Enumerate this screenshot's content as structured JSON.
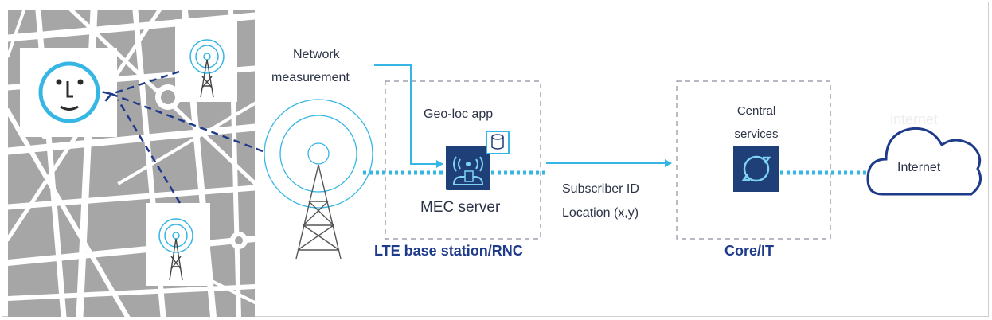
{
  "labels": {
    "network_measurement_line1": "Network",
    "network_measurement_line2": "measurement",
    "geo_loc_app": "Geo-loc app",
    "mec_server": "MEC server",
    "lte_base_station": "LTE base station/RNC",
    "subscriber_id": "Subscriber ID",
    "location": "Location (x,y)",
    "central_services_line1": "Central",
    "central_services_line2": "services",
    "core_it": "Core/IT",
    "internet": "Internet",
    "internet_watermark": "internet"
  },
  "colors": {
    "navy": "#1e3a8a",
    "cyan": "#35b6e5",
    "gray_box": "#8a8fa0",
    "map_bg": "#a6a6a6",
    "street": "#ffffff",
    "app_icon_bg": "#1f3f78"
  },
  "icons": {
    "user": "smiley-face-icon",
    "tower_small": "antenna-tower-icon",
    "tower_large": "base-station-icon",
    "mec": "mec-server-icon",
    "database": "database-icon",
    "central": "sync-services-icon",
    "cloud": "cloud-icon"
  }
}
